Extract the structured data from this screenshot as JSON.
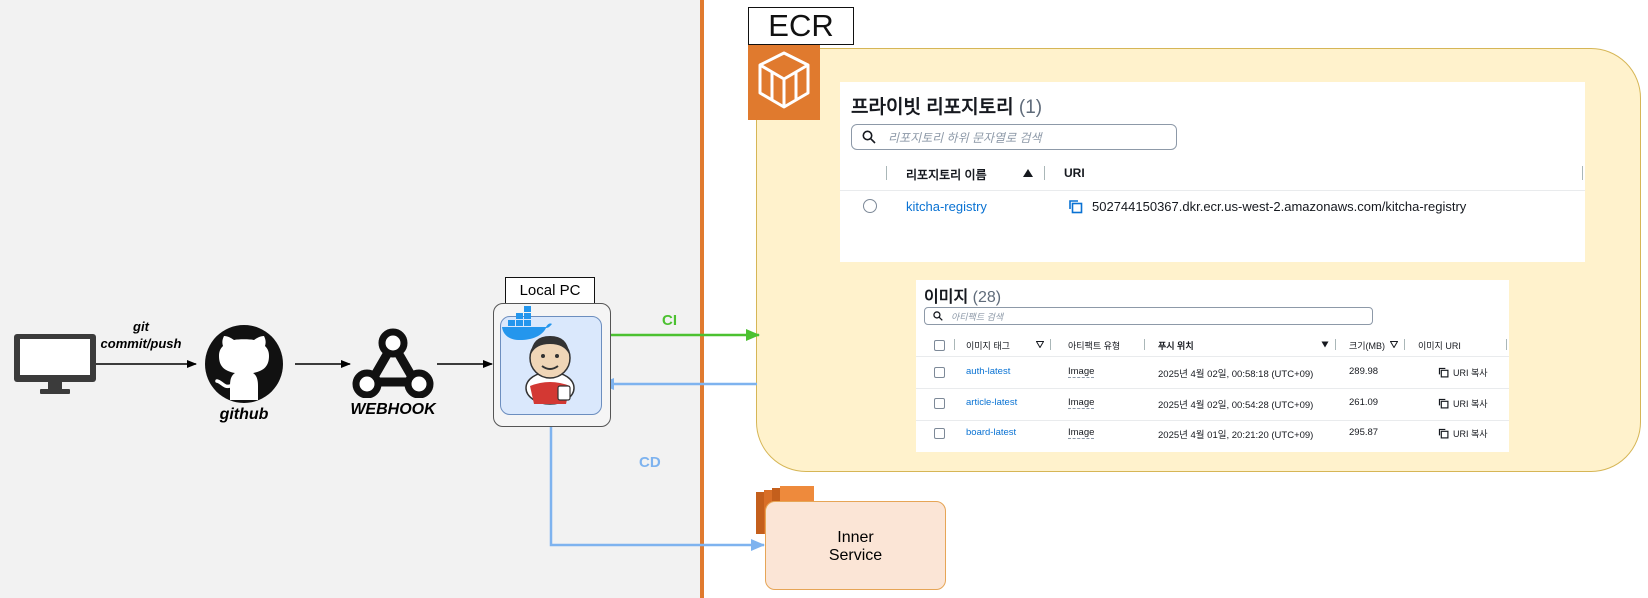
{
  "diagram": {
    "git_label_line1": "git",
    "git_label_line2": "commit/push",
    "github_label": "github",
    "webhook_label": "WEBHOOK",
    "local_pc_label": "Local PC",
    "ci_label": "CI",
    "cd_label": "CD",
    "ecr_label": "ECR",
    "inner_service_line1": "Inner",
    "inner_service_line2": "Service"
  },
  "repositories": {
    "title": "프라이빗 리포지토리",
    "count": "(1)",
    "search_placeholder": "리포지토리 하위 문자열로 검색",
    "columns": [
      "리포지토리 이름",
      "URI"
    ],
    "rows": [
      {
        "name": "kitcha-registry",
        "uri": "502744150367.dkr.ecr.us-west-2.amazonaws.com/kitcha-registry"
      }
    ]
  },
  "images": {
    "title": "이미지",
    "count": "(28)",
    "search_placeholder": "아티팩트 검색",
    "columns": [
      "이미지 태그",
      "아티팩트 유형",
      "푸시 위치",
      "크기(MB)",
      "이미지 URI"
    ],
    "rows": [
      {
        "tag": "auth-latest",
        "type": "Image",
        "pushed": "2025년 4월 02일, 00:58:18 (UTC+09)",
        "size": "289.98",
        "uri": "URI 복사"
      },
      {
        "tag": "article-latest",
        "type": "Image",
        "pushed": "2025년 4월 02일, 00:54:28 (UTC+09)",
        "size": "261.09",
        "uri": "URI 복사"
      },
      {
        "tag": "board-latest",
        "type": "Image",
        "pushed": "2025년 4월 01일, 20:21:20 (UTC+09)",
        "size": "295.87",
        "uri": "URI 복사"
      }
    ]
  },
  "colors": {
    "ci_arrow": "#4cc131",
    "cd_arrow": "#7eb3ef",
    "ecr_orange": "#e07a2e",
    "link_blue": "#0972d3"
  }
}
